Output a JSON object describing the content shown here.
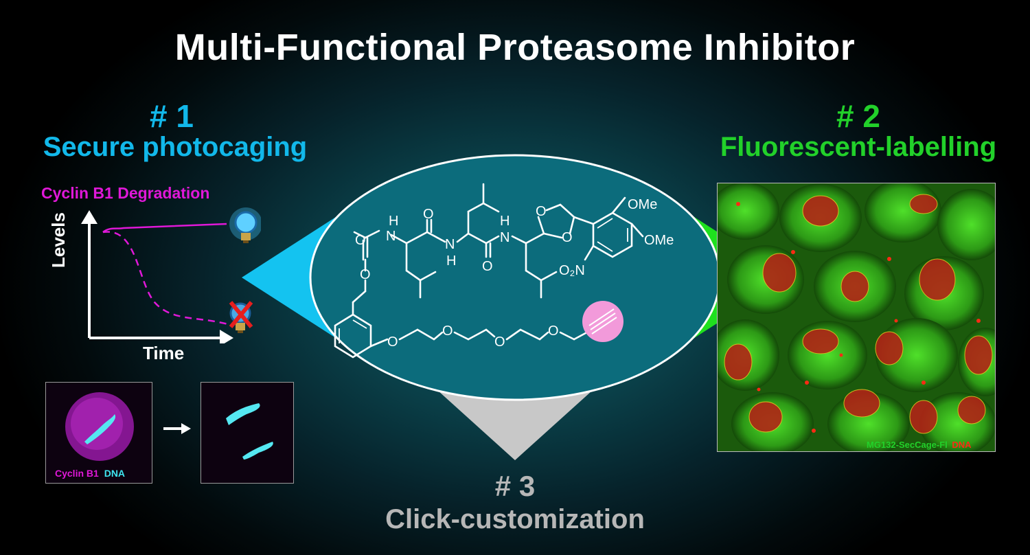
{
  "title": "Multi-Functional Proteasome Inhibitor",
  "feature1": {
    "number": "# 1",
    "label": "Secure photocaging"
  },
  "feature2": {
    "number": "# 2",
    "label": "Fluorescent-labelling"
  },
  "feature3": {
    "number": "# 3",
    "label": "Click-customization"
  },
  "graph": {
    "title": "Cyclin B1 Degradation",
    "ylabel": "Levels",
    "xlabel": "Time"
  },
  "micrograph_left": {
    "label_protein": "Cyclin B1",
    "label_dna": "DNA"
  },
  "micrograph_right": {
    "label_probe": "MG132-SecCage-Fl",
    "label_dna": "DNA"
  },
  "structure_labels": {
    "nh1_h": "H",
    "nh1_n": "N",
    "nh2_n": "N",
    "nh2_h": "H",
    "nh3_h": "H",
    "nh3_n": "N",
    "o_carbonyl1": "O",
    "o_carbamate": "O",
    "o_ester": "O",
    "o_carbonyl2": "O",
    "o_carbonyl3": "O",
    "o_ring1": "O",
    "o_ring2": "O",
    "ome1": "OMe",
    "ome2": "OMe",
    "no2": "O₂N",
    "peg_o1": "O",
    "peg_o2": "O",
    "peg_o3": "O",
    "peg_o4": "O"
  },
  "colors": {
    "title": "#ffffff",
    "feature1": "#12b8ea",
    "feature2": "#22d12a",
    "feature3": "#b7b7b7",
    "graph_line": "#e018d8",
    "cyclin": "#b01cc0",
    "dna": "#3fe6f0"
  }
}
